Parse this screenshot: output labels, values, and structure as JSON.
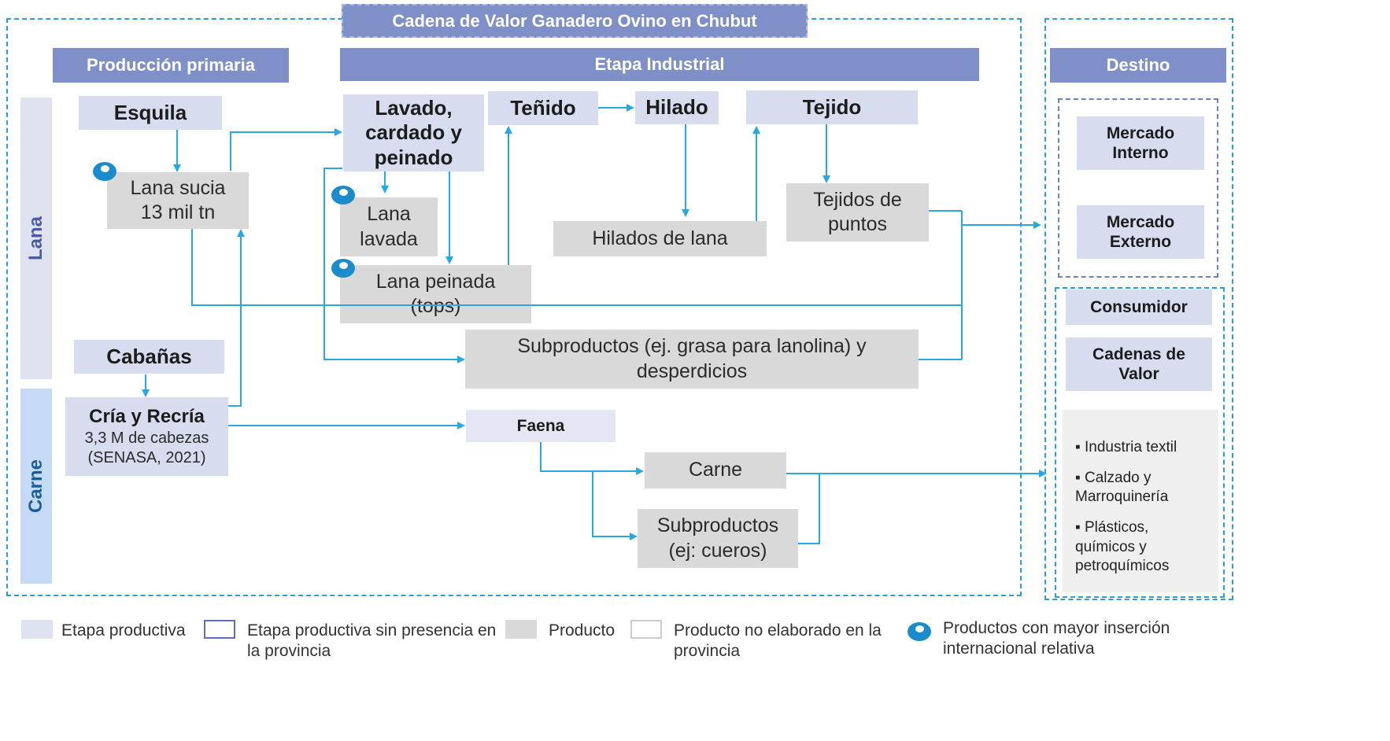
{
  "title": "Cadena de Valor Ganadero Ovino en Chubut",
  "headers": {
    "primary": "Producción primaria",
    "industrial": "Etapa Industrial",
    "destination": "Destino"
  },
  "sections": {
    "lana": "Lana",
    "carne": "Carne"
  },
  "stages": {
    "esquila": "Esquila",
    "lavado": "Lavado, cardado y peinado",
    "tenido": "Teñido",
    "hilado": "Hilado",
    "tejido": "Tejido",
    "cabanas": "Cabañas",
    "cria_title": "Cría y Recría",
    "cria_detail": "3,3 M de cabezas (SENASA, 2021)",
    "faena": "Faena"
  },
  "products": {
    "lana_sucia": "Lana sucia 13 mil tn",
    "lana_lavada": "Lana lavada",
    "lana_peinada": "Lana peinada (tops)",
    "hilados": "Hilados de lana",
    "tejidos_puntos": "Tejidos de puntos",
    "subproductos_lana": "Subproductos (ej. grasa para lanolina) y desperdicios",
    "carne": "Carne",
    "subproductos_carne": "Subproductos (ej: cueros)"
  },
  "destinations": {
    "mercado_interno": "Mercado Interno",
    "mercado_externo": "Mercado Externo",
    "consumidor": "Consumidor",
    "cadenas_valor": "Cadenas de Valor",
    "uses": [
      "▪ Industria textil",
      "▪ Calzado y Marroquinería",
      "▪ Plásticos, químicos y petroquímicos"
    ]
  },
  "legend": {
    "etapa": "Etapa productiva",
    "etapa_sin": "Etapa productiva sin presencia en la provincia",
    "producto": "Producto",
    "producto_no": "Producto no elaborado en la provincia",
    "insercion": "Productos con mayor inserción internacional relativa"
  },
  "colors": {
    "stage": "#d7dcef",
    "product": "#d9d9d9",
    "header": "#7f8fc7",
    "arrow": "#29a8e0",
    "lana_band": "#dfe3ef",
    "carne_band": "#c5dbf5"
  }
}
